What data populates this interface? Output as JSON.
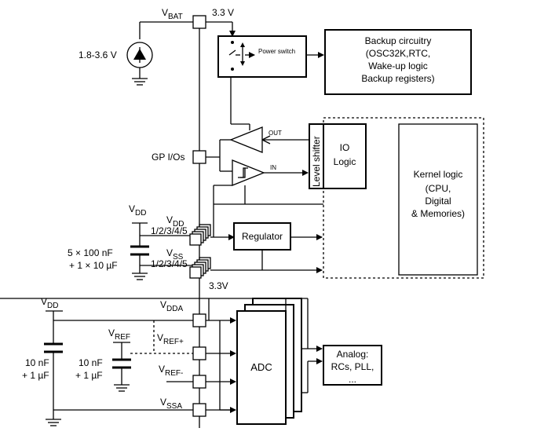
{
  "labels": {
    "vbat_main": "V",
    "vbat_sub": "BAT",
    "v33_top": "3.3 V",
    "source_range": "1.8-3.6 V",
    "power_switch": "Power switch",
    "backup_line1": "Backup circuitry",
    "backup_line2": "(OSC32K,RTC,",
    "backup_line3": "Wake-up logic",
    "backup_line4": "Backup registers)",
    "out": "OUT",
    "in": "IN",
    "gpio": "GP I/Os",
    "level_shifter": "Level shifter",
    "io_logic_line1": "IO",
    "io_logic_line2": "Logic",
    "kernel_line1": "Kernel logic",
    "kernel_line2": "(CPU,",
    "kernel_line3": "Digital",
    "kernel_line4": "& Memories)",
    "vdd_left_main": "V",
    "vdd_left_sub": "DD",
    "vdd_pin_main": "V",
    "vdd_pin_sub": "DD",
    "vdd_pin_nums": "1/2/3/4/5",
    "vss_pin_main": "V",
    "vss_pin_sub": "SS",
    "vss_pin_nums": "1/2/3/4/5",
    "caps_line1": "5 × 100 nF",
    "caps_line2": "+ 1 × 10 µF",
    "regulator": "Regulator",
    "v33_mid": "3.3V",
    "vdd_bottom_main": "V",
    "vdd_bottom_sub": "DD",
    "vdda_main": "V",
    "vdda_sub": "DDA",
    "vref_main": "V",
    "vref_sub": "REF",
    "vrefp_main": "V",
    "vrefp_sub": "REF+",
    "vrefm_main": "V",
    "vrefm_sub": "REF-",
    "vssa_main": "V",
    "vssa_sub": "SSA",
    "cap_left_line1": "10 nF",
    "cap_left_line2": "+ 1 µF",
    "cap_ref_line1": "10 nF",
    "cap_ref_line2": "+ 1 µF",
    "adc": "ADC",
    "analog_line1": "Analog:",
    "analog_line2": "RCs, PLL,",
    "analog_line3": "..."
  }
}
